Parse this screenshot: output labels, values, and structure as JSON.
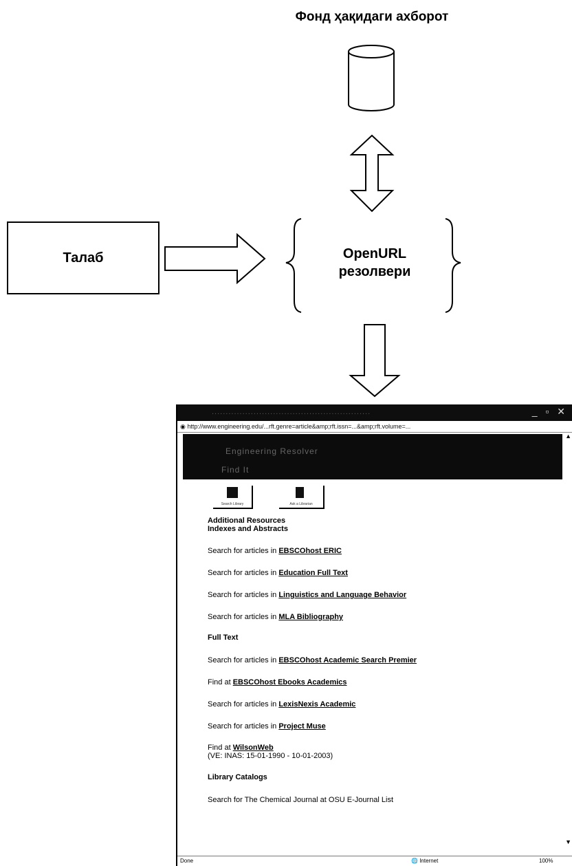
{
  "diagram": {
    "title": "Фонд ҳақидаги ахборот",
    "request_label": "Талаб",
    "resolver_line1": "OpenURL",
    "resolver_line2": "резолвери"
  },
  "browser": {
    "address": "http://www.engineering.edu/...rft.genre=article&amp;rft.issn=...&amp;rft.volume=...",
    "toolbar": [
      "Search Library",
      "Ask a Librarian"
    ],
    "banner_line1": "Engineering Resolver",
    "banner_line2": "Find It",
    "heading1": "Additional Resources",
    "heading2": "Indexes and Abstracts",
    "items": [
      {
        "prefix": "Search for articles in ",
        "link": "EBSCOhost ERIC"
      },
      {
        "prefix": "Search for articles in ",
        "link": "Education Full Text"
      },
      {
        "prefix": "Search for articles in ",
        "link": "Linguistics and Language Behavior"
      },
      {
        "prefix": "Search for articles in ",
        "link": "MLA Bibliography"
      }
    ],
    "fulltext_heading": "Full Text",
    "fulltext_items": [
      {
        "prefix": "Search for articles in ",
        "link": "EBSCOhost Academic Search Premier"
      },
      {
        "prefix": "Find at ",
        "link": "EBSCOhost Ebooks Academics"
      },
      {
        "prefix": "Search for articles in ",
        "link": "LexisNexis Academic"
      },
      {
        "prefix": "Search for articles in ",
        "link": "Project Muse"
      }
    ],
    "wilson_prefix": "Find at ",
    "wilson_link": "WilsonWeb",
    "wilson_dates": "(VE: INAS: 15-01-1990 - 10-01-2003)",
    "catalog_heading": "Library Catalogs",
    "catalog_item": "Search for The Chemical Journal at OSU E-Journal List",
    "status_left": "Done",
    "status_zone": "Internet",
    "status_zoom": "100%"
  }
}
